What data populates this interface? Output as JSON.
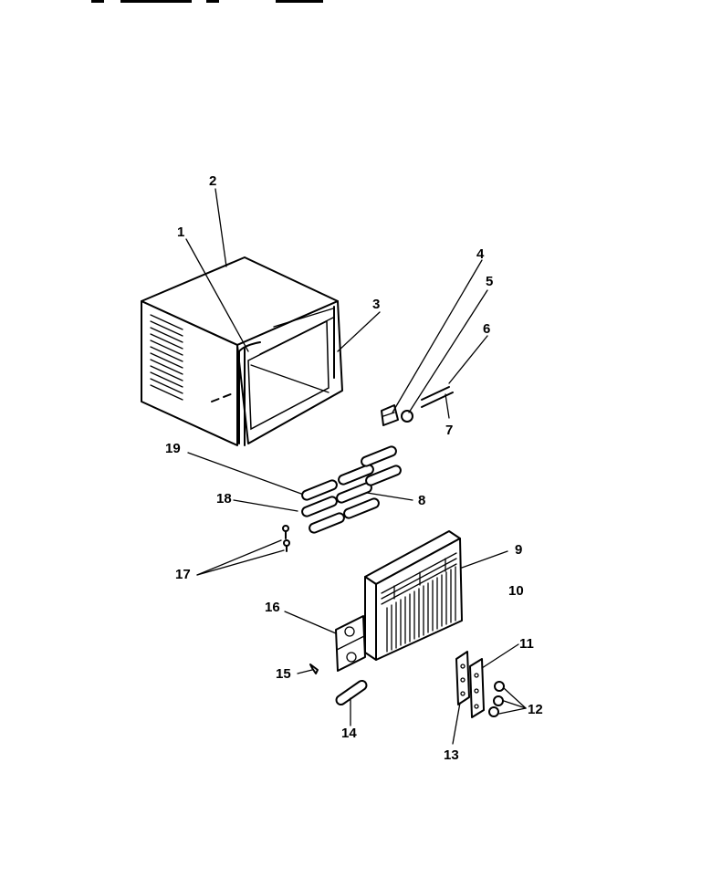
{
  "callouts": {
    "c1": "1",
    "c2": "2",
    "c3": "3",
    "c4": "4",
    "c5": "5",
    "c6": "6",
    "c7": "7",
    "c8": "8",
    "c9": "9",
    "c10": "10",
    "c11": "11",
    "c12": "12",
    "c13": "13",
    "c14": "14",
    "c15": "15",
    "c16": "16",
    "c17": "17",
    "c18": "18",
    "c19": "19"
  },
  "colors": {
    "ink": "#000000",
    "paper": "#ffffff"
  }
}
